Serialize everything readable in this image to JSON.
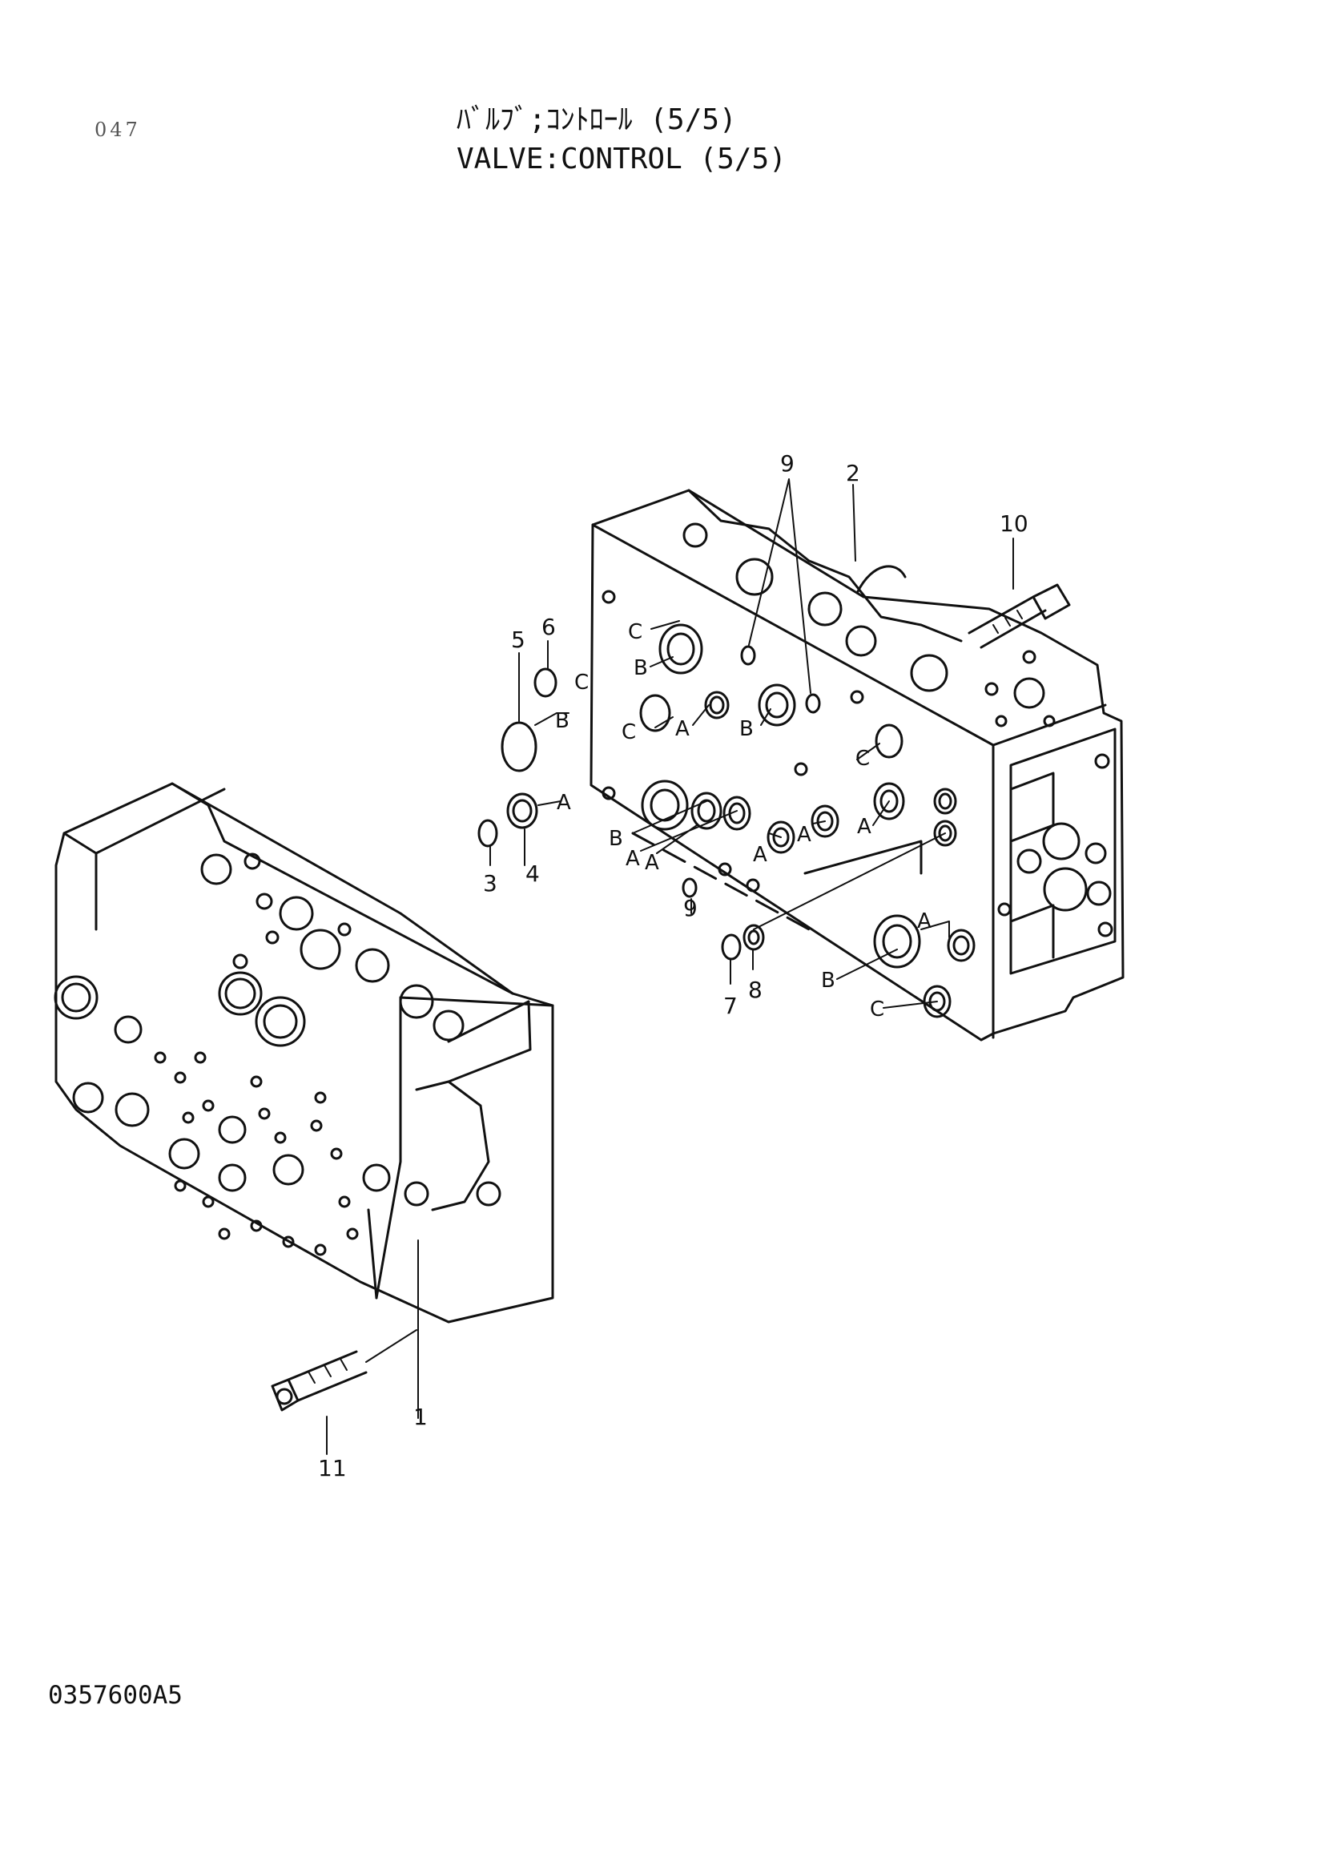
{
  "header": {
    "page_number": "047",
    "title_jp": "ﾊﾞﾙﾌﾞ;ｺﾝﾄﾛｰﾙ (5/5)",
    "title_en": "VALVE:CONTROL (5/5)"
  },
  "callouts": {
    "p1": "1",
    "p2": "2",
    "p3": "3",
    "p4": "4",
    "p5": "5",
    "p6": "6",
    "p7": "7",
    "p8": "8",
    "p9a": "9",
    "p9b": "9",
    "p10": "10",
    "p11": "11"
  },
  "port_labels": {
    "A": "A",
    "B": "B",
    "C": "C"
  },
  "footer": {
    "drawing_code": "0357600A5"
  }
}
